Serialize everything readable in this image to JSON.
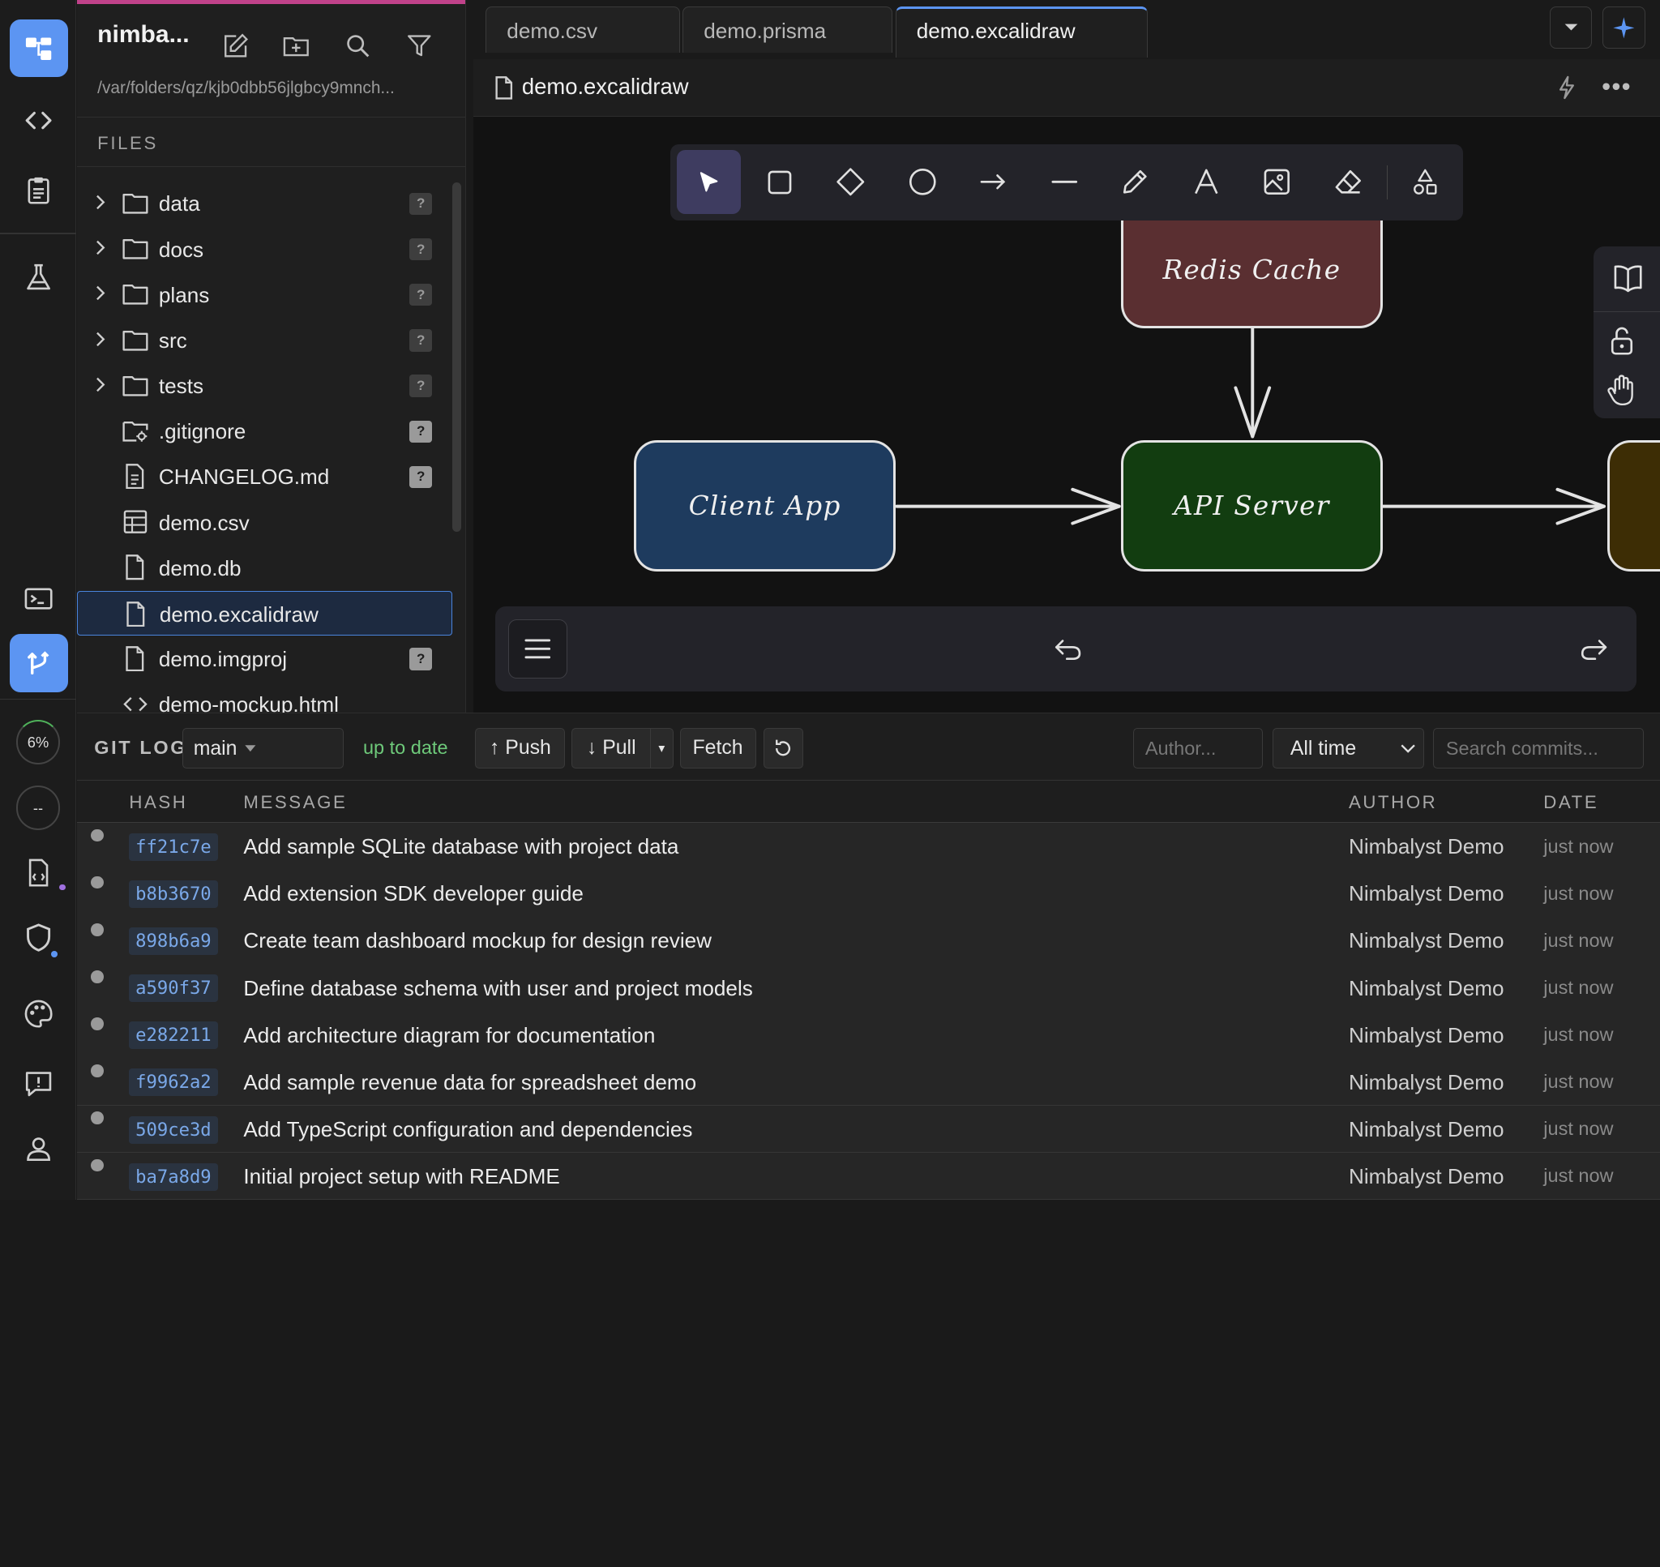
{
  "sidebar": {
    "project_name": "nimba...",
    "project_path": "/var/folders/qz/kjb0dbb56jlgbcy9mnch...",
    "files_header": "FILES",
    "items": [
      {
        "name": "data",
        "type": "folder",
        "badge": "?"
      },
      {
        "name": "docs",
        "type": "folder",
        "badge": "?"
      },
      {
        "name": "plans",
        "type": "folder",
        "badge": "?"
      },
      {
        "name": "src",
        "type": "folder",
        "badge": "?"
      },
      {
        "name": "tests",
        "type": "folder",
        "badge": "?"
      },
      {
        "name": ".gitignore",
        "type": "config",
        "badge": "?"
      },
      {
        "name": "CHANGELOG.md",
        "type": "doc",
        "badge": "?"
      },
      {
        "name": "demo.csv",
        "type": "table"
      },
      {
        "name": "demo.db",
        "type": "file"
      },
      {
        "name": "demo.excalidraw",
        "type": "file",
        "selected": true
      },
      {
        "name": "demo.imgproj",
        "type": "file",
        "badge": "?"
      },
      {
        "name": "demo-mockup.html",
        "type": "html"
      }
    ]
  },
  "activity": {
    "usage_percent": "6%",
    "status_placeholder": "--"
  },
  "tabs": [
    {
      "label": "demo.csv"
    },
    {
      "label": "demo.prisma"
    },
    {
      "label": "demo.excalidraw",
      "active": true
    }
  ],
  "editor": {
    "file_title": "demo.excalidraw"
  },
  "diagram": {
    "nodes": [
      {
        "label": "Redis Cache",
        "fill": "#5a2f31"
      },
      {
        "label": "Client App",
        "fill": "#1e3b5e"
      },
      {
        "label": "API Server",
        "fill": "#123d10"
      }
    ],
    "edge_color": "#e3e3e3"
  },
  "git": {
    "title": "GIT LOG",
    "branch": "main",
    "status": "up to date",
    "push_label": "↑ Push",
    "pull_label": "↓ Pull",
    "fetch_label": "Fetch",
    "author_placeholder": "Author...",
    "time_filter": "All time",
    "search_placeholder": "Search commits...",
    "columns": {
      "hash": "HASH",
      "message": "MESSAGE",
      "author": "AUTHOR",
      "date": "DATE"
    },
    "commits": [
      {
        "hash": "ff21c7e",
        "message": "Add sample SQLite database with project data",
        "author": "Nimbalyst Demo",
        "date": "just now"
      },
      {
        "hash": "b8b3670",
        "message": "Add extension SDK developer guide",
        "author": "Nimbalyst Demo",
        "date": "just now"
      },
      {
        "hash": "898b6a9",
        "message": "Create team dashboard mockup for design review",
        "author": "Nimbalyst Demo",
        "date": "just now"
      },
      {
        "hash": "a590f37",
        "message": "Define database schema with user and project models",
        "author": "Nimbalyst Demo",
        "date": "just now"
      },
      {
        "hash": "e282211",
        "message": "Add architecture diagram for documentation",
        "author": "Nimbalyst Demo",
        "date": "just now"
      },
      {
        "hash": "f9962a2",
        "message": "Add sample revenue data for spreadsheet demo",
        "author": "Nimbalyst Demo",
        "date": "just now"
      },
      {
        "hash": "509ce3d",
        "message": "Add TypeScript configuration and dependencies",
        "author": "Nimbalyst Demo",
        "date": "just now"
      },
      {
        "hash": "ba7a8d9",
        "message": "Initial project setup with README",
        "author": "Nimbalyst Demo",
        "date": "just now"
      }
    ]
  },
  "colors": {
    "accent": "#5c95f2",
    "status_green": "#6ec97a",
    "project_bar": "#c0428a"
  }
}
